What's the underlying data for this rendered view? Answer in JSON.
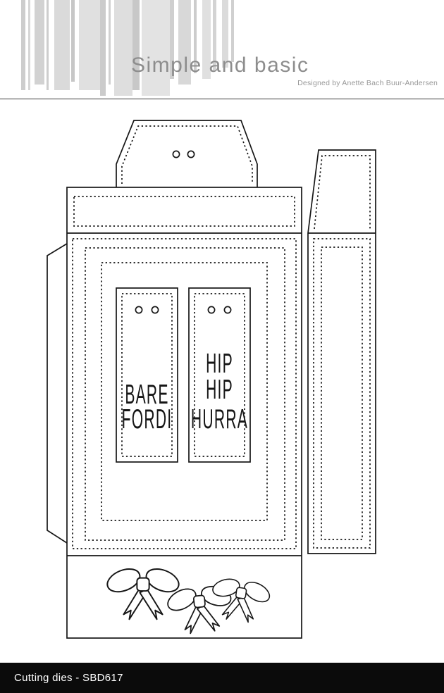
{
  "header": {
    "brand": "Simple and basic",
    "designer": "Designed by Anette Bach Buur-Andersen"
  },
  "artwork": {
    "tag_left_lines": [
      "BARE",
      "FORDI"
    ],
    "tag_right_lines": [
      "HIP",
      "HIP",
      "HURRA"
    ]
  },
  "footer": {
    "label": "Cutting dies - SBD617"
  },
  "colors": {
    "brand_text": "#8d8d8d",
    "designer_text": "#989898",
    "divider": "#3a3a3a",
    "die_line": "#161616",
    "footer_bg": "#0b0b0b",
    "footer_text": "#ffffff"
  }
}
